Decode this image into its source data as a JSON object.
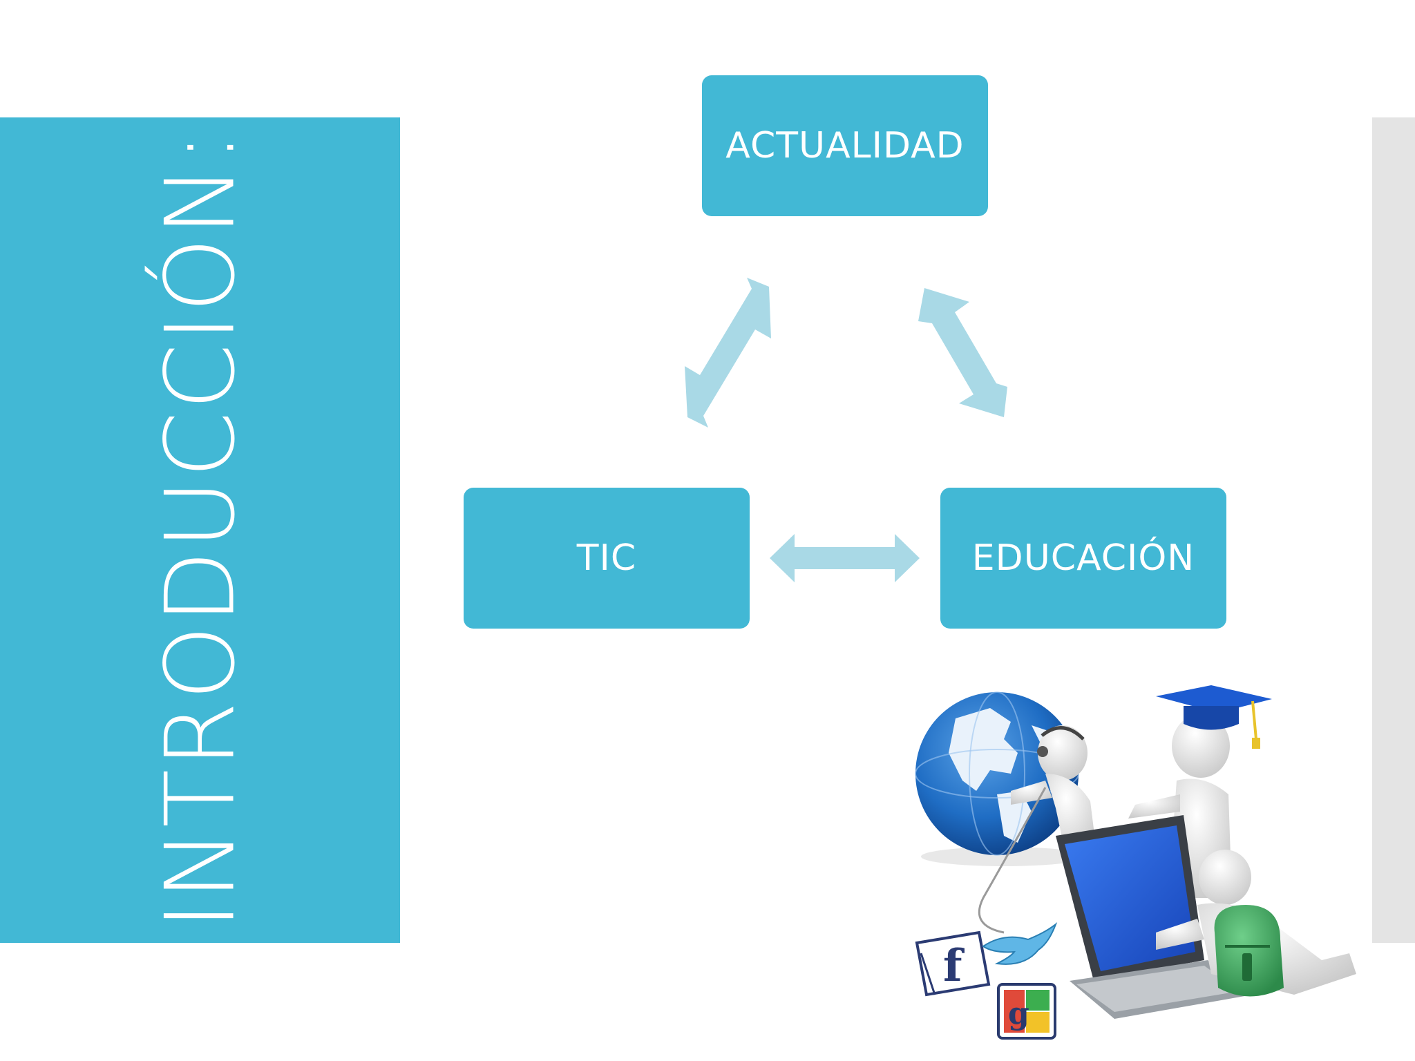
{
  "slide": {
    "title": "INTRODUCCIÓN:",
    "accent_color": "#42b8d5",
    "arrow_color": "#a9d9e6"
  },
  "diagram": {
    "nodes": [
      {
        "id": "actualidad",
        "label": "ACTUALIDAD"
      },
      {
        "id": "tic",
        "label": "TIC"
      },
      {
        "id": "educacion",
        "label": "EDUCACIÓN"
      }
    ],
    "connections": [
      {
        "from": "actualidad",
        "to": "tic",
        "type": "bidirectional"
      },
      {
        "from": "actualidad",
        "to": "educacion",
        "type": "bidirectional"
      },
      {
        "from": "tic",
        "to": "educacion",
        "type": "bidirectional"
      }
    ]
  },
  "illustration": {
    "icons": [
      "globe-icon",
      "laptop-icon",
      "graduation-cap-icon",
      "backpack-icon",
      "facebook-icon",
      "twitter-bird-icon",
      "google-icon"
    ]
  }
}
